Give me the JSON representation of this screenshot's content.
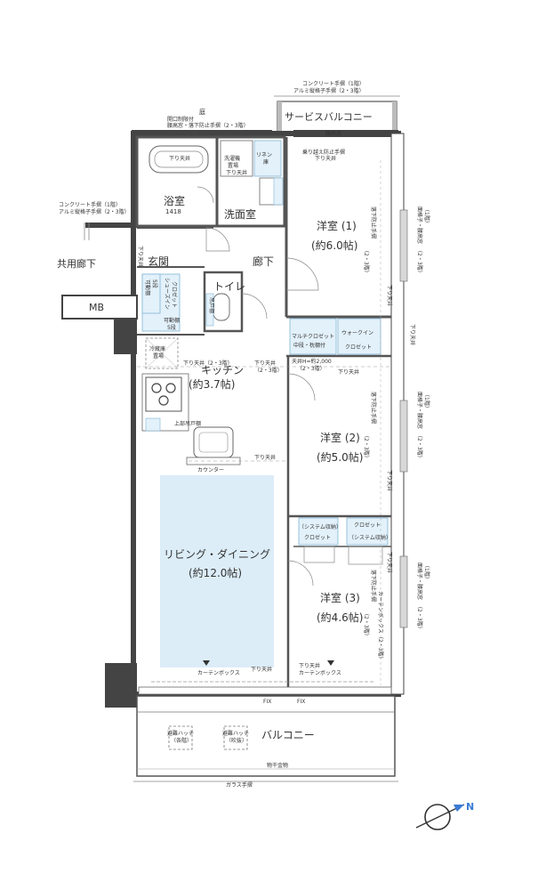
{
  "rooms": {
    "bath": "浴室",
    "bath_size": "1418",
    "washroom": "洗面室",
    "western1": "洋室 (1)",
    "western1_size": "(約6.0帖)",
    "entrance": "玄関",
    "hallway": "廊下",
    "toilet": "トイレ",
    "kitchen": "キッチン",
    "kitchen_size": "(約3.7帖)",
    "western2": "洋室 (2)",
    "western2_size": "(約5.0帖)",
    "living": "リビング・ダイニング",
    "living_size": "(約12.0帖)",
    "western3": "洋室 (3)",
    "western3_size": "(約4.6帖)"
  },
  "outside": {
    "service_balcony": "サービスバルコニー",
    "balcony": "バルコニー",
    "common_corridor": "共用廊下",
    "mb": "MB",
    "garden": "庭"
  },
  "notes": {
    "concrete_railing_top_1": "コンクリート手摺（1階）",
    "concrete_railing_top_2": "アルミ縦格子手摺（2・3階）",
    "concrete_railing_left_1": "コンクリート手摺（1階）",
    "concrete_railing_left_2": "アルミ縦格子手摺（2・3階）",
    "bath_window_1": "開口制限付",
    "bath_window_2": "腰高窓・落下防止手摺（2・3階）",
    "koshidaka_window": "腰高窓",
    "climb_prevention": "乗り越え防止手摺",
    "lowered_ceiling": "下り天井",
    "laundry_pan_1": "洗濯機",
    "laundry_pan_2": "置場",
    "linen_1": "リネン",
    "linen_2": "庫",
    "fall_prevention_1": "落下防止手摺",
    "fall_prevention_2": "（2・3階）",
    "exterior_railing_1": "面格子・腰高窓",
    "exterior_railing_2": "（1階）",
    "exterior_railing_3": "（2・3階）",
    "movable_shelf": "可動棚",
    "shelf_count": "5段",
    "shoe_closet_1": "シューズイン",
    "shoe_closet_2": "クロゼット",
    "cabinet_1": "吊戸棚",
    "multi_closet": "マルチクロゼット",
    "multi_closet_sub": "中段・枕棚付",
    "walk_in": "ウォークイン",
    "walk_in_sub": "クロゼット",
    "fridge_1": "冷蔵庫",
    "fridge_2": "置場",
    "ceiling_height": "天井H=約2,000",
    "kitchen_lowered": "下り天井（2・3階）",
    "upper_cabinet": "上部吊戸棚",
    "counter": "カウンター",
    "closet": "クロゼット",
    "system_closet": "（システム収納）",
    "curtain_box": "カーテンボックス",
    "curtain_box_bedroom": "カーテンボックス（2・3階）",
    "fix": "FIX",
    "hatch_1": "避難ハッチ",
    "hatch_1_sub": "（各階）",
    "hatch_2": "避難ハッチ",
    "hatch_2_sub": "（吹抜）",
    "drying_rack": "物干金物",
    "glass_railing": "ガラス手摺"
  },
  "compass": {
    "north": "N"
  }
}
